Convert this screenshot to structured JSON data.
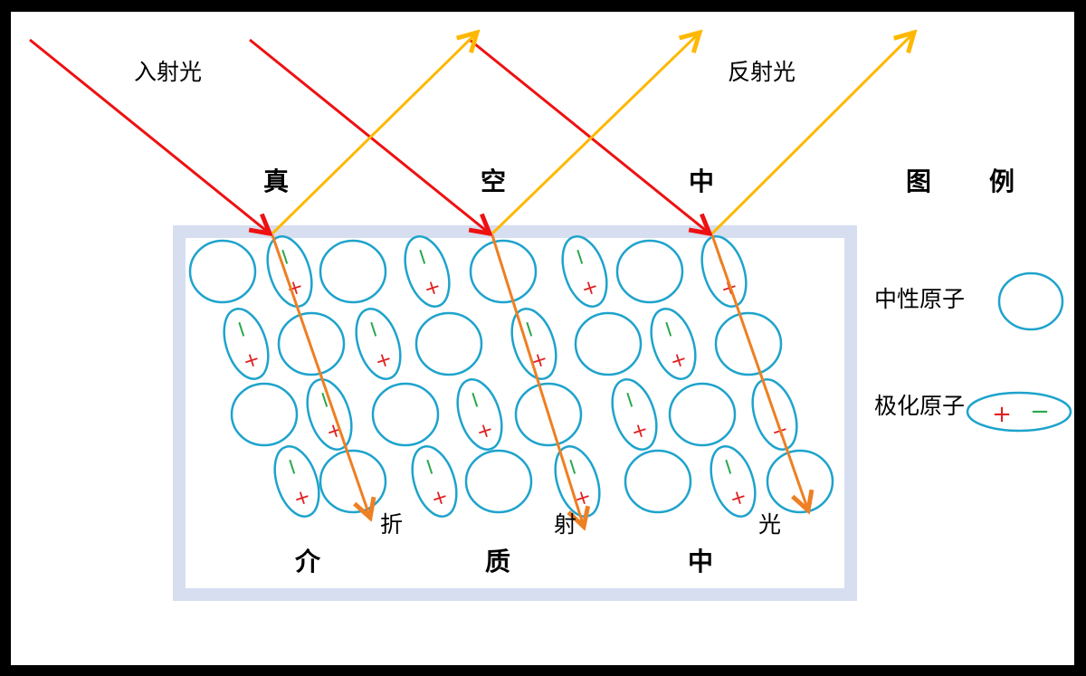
{
  "labels": {
    "incident": "入射光",
    "reflected": "反射光",
    "vacuum": [
      "真",
      "空",
      "中"
    ],
    "legend_title": [
      "图",
      "例"
    ],
    "refracted": [
      "折",
      "射",
      "光"
    ],
    "medium": [
      "介",
      "质",
      "中"
    ]
  },
  "legend": {
    "neutral": "中性原子",
    "polarized": "极化原子",
    "plus": "+",
    "minus": "−"
  },
  "colors": {
    "incident": "#ee1111",
    "reflected": "#ffb800",
    "refracted": "#ee7f22",
    "atom": "#1ea3cc",
    "positive": "#e02020",
    "negative": "#2aa84a",
    "medium": "#d6def0"
  },
  "atoms": [
    {
      "kind": "neutral"
    },
    {
      "kind": "polarized"
    },
    {
      "kind": "neutral"
    },
    {
      "kind": "polarized"
    },
    {
      "kind": "neutral"
    },
    {
      "kind": "polarized"
    },
    {
      "kind": "neutral"
    },
    {
      "kind": "polarized"
    },
    {
      "kind": "polarized"
    },
    {
      "kind": "neutral"
    },
    {
      "kind": "polarized"
    },
    {
      "kind": "neutral"
    },
    {
      "kind": "polarized"
    },
    {
      "kind": "neutral"
    },
    {
      "kind": "polarized"
    },
    {
      "kind": "neutral"
    },
    {
      "kind": "neutral"
    },
    {
      "kind": "polarized"
    },
    {
      "kind": "neutral"
    },
    {
      "kind": "polarized"
    },
    {
      "kind": "neutral"
    },
    {
      "kind": "polarized"
    },
    {
      "kind": "neutral"
    },
    {
      "kind": "polarized"
    },
    {
      "kind": "polarized"
    },
    {
      "kind": "neutral"
    },
    {
      "kind": "polarized"
    },
    {
      "kind": "neutral"
    },
    {
      "kind": "polarized"
    },
    {
      "kind": "neutral"
    },
    {
      "kind": "polarized"
    },
    {
      "kind": "neutral"
    }
  ]
}
